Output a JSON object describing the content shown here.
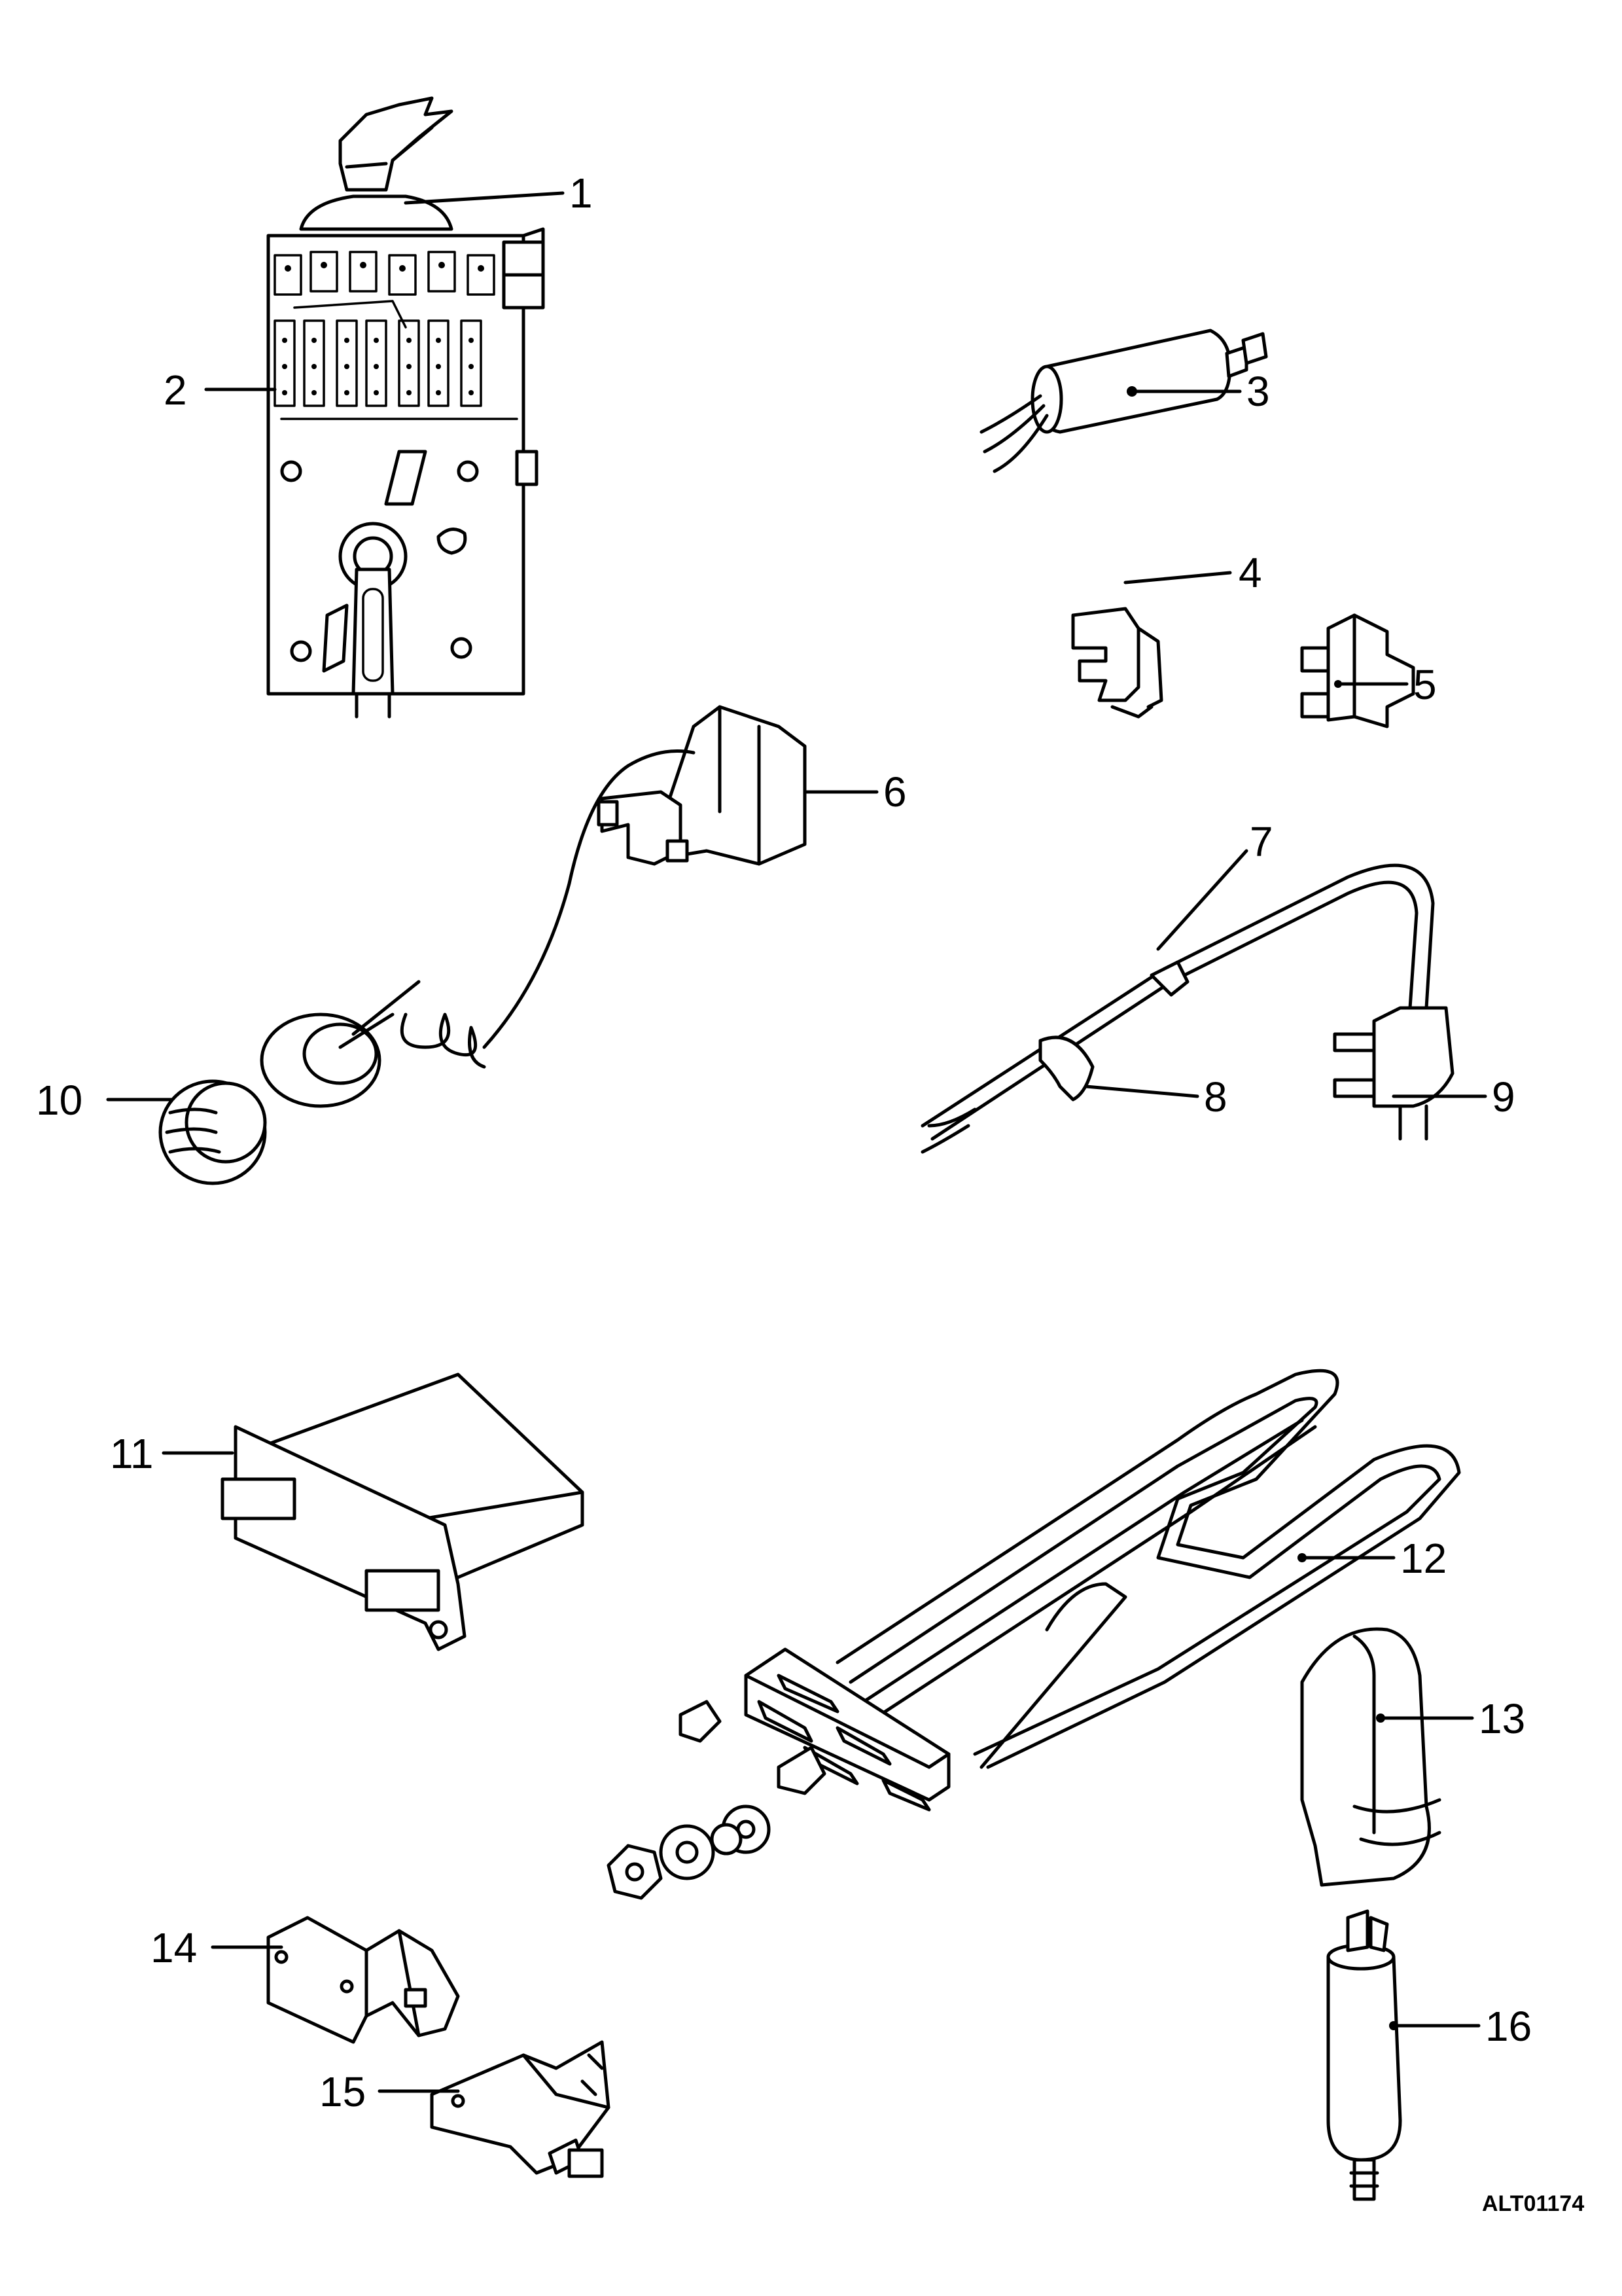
{
  "callouts": [
    "1",
    "2",
    "3",
    "4",
    "5",
    "6",
    "7",
    "8",
    "9",
    "10",
    "11",
    "12",
    "13",
    "14",
    "15",
    "16"
  ],
  "drawing_code": "ALT01174",
  "colors": {
    "ink": "#000000",
    "paper": "#ffffff"
  }
}
